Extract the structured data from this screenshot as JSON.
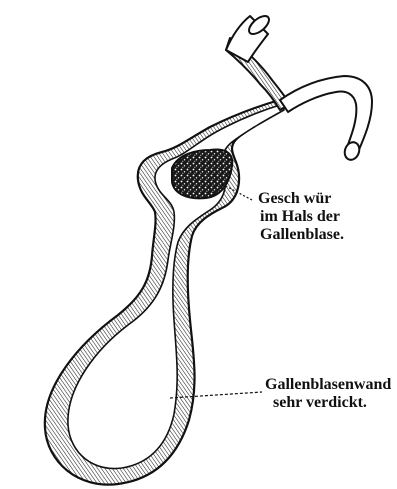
{
  "annotations": {
    "ulcer": {
      "line1": "Gesch wür",
      "line2": "im Hals der",
      "line3": "Gallenblase."
    },
    "wall": {
      "line1": "Gallenblasenwand",
      "line2": "sehr verdickt."
    }
  },
  "colors": {
    "ink": "#111111",
    "paper": "#ffffff"
  }
}
